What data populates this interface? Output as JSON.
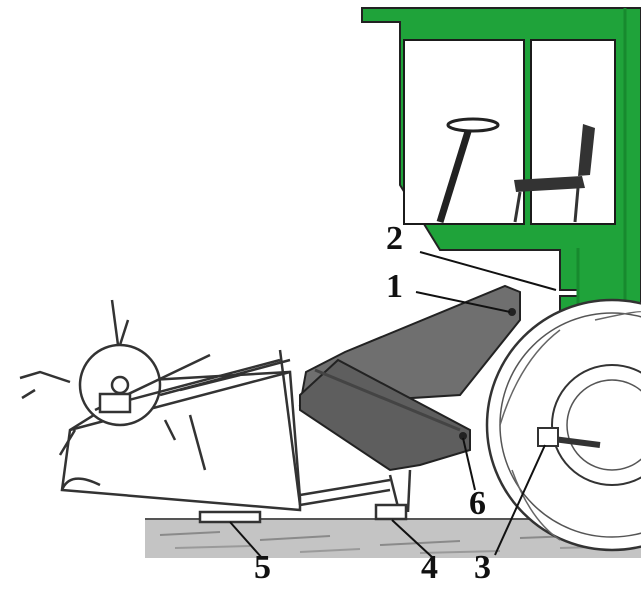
{
  "figure": {
    "subject": "combine-harvester-header",
    "colors": {
      "cab": "#1fa33a",
      "cab_dark": "#178a2e",
      "feeder": "#6f6f6f",
      "feeder_dark": "#555555",
      "outline": "#333333",
      "ground": "#b5b5b5"
    },
    "callouts": [
      {
        "id": "1",
        "label": "1"
      },
      {
        "id": "2",
        "label": "2"
      },
      {
        "id": "3",
        "label": "3"
      },
      {
        "id": "4",
        "label": "4"
      },
      {
        "id": "5",
        "label": "5"
      },
      {
        "id": "6",
        "label": "6"
      }
    ]
  }
}
